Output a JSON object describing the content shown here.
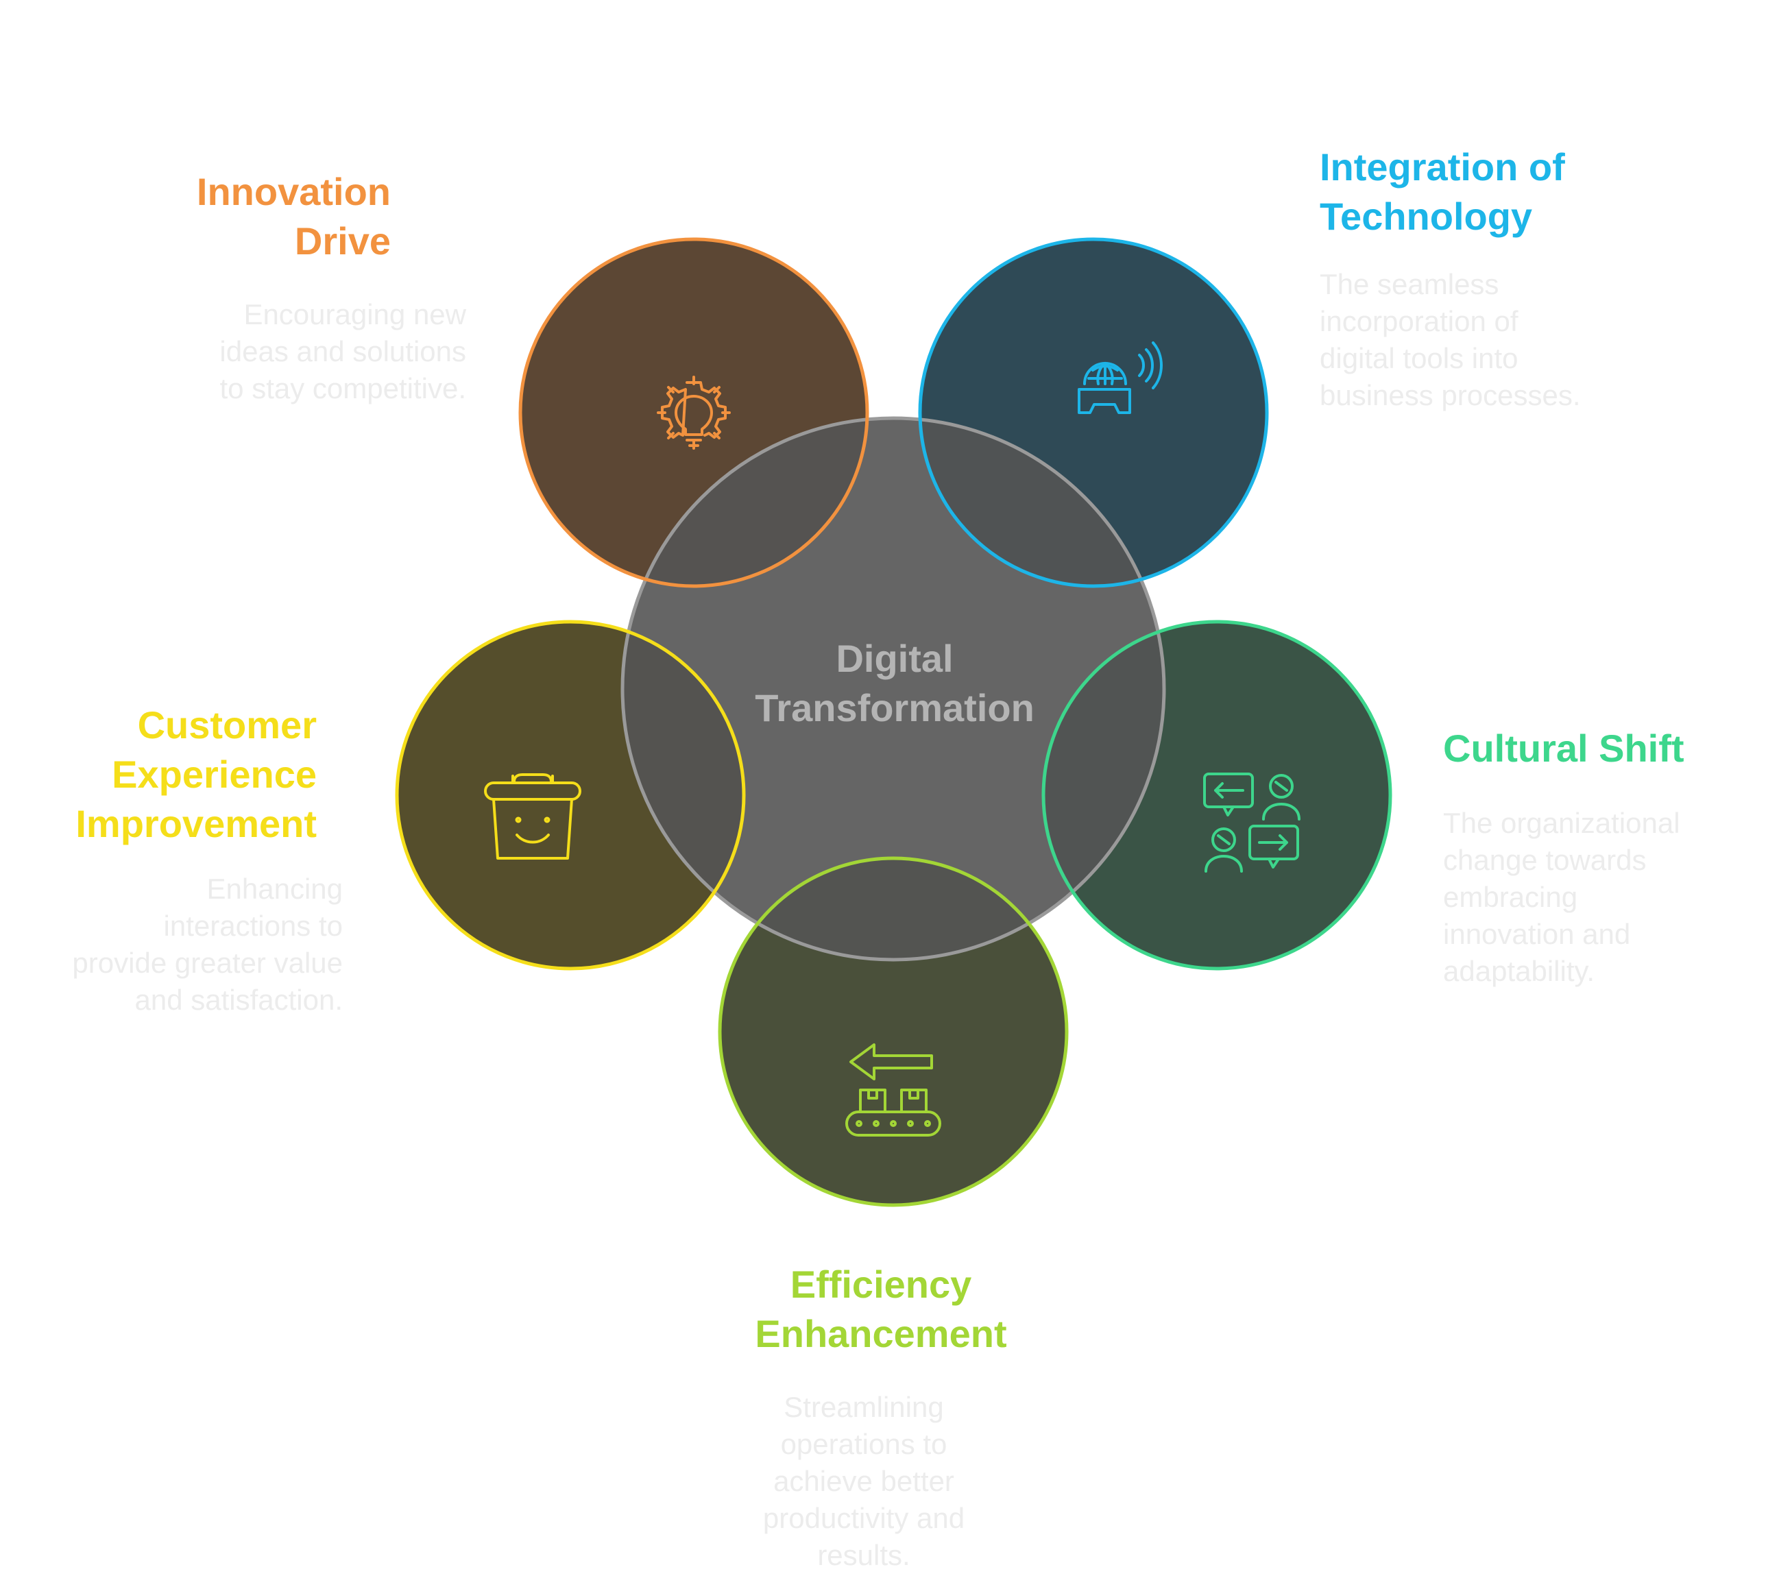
{
  "center": {
    "lines": [
      "Digital",
      "Transformation"
    ],
    "text_color": "#b4b4b4",
    "fill": "#545454",
    "stroke": "#9a9a9a"
  },
  "items": [
    {
      "key": "innovation",
      "title_lines": [
        "Innovation",
        "Drive"
      ],
      "desc_lines": [
        "Encouraging new",
        "ideas and solutions",
        "to stay competitive."
      ],
      "color": "#f2923f",
      "fill": "#5c4734",
      "icon": "lightbulb-gear-icon"
    },
    {
      "key": "technology",
      "title_lines": [
        "Integration of",
        "Technology"
      ],
      "desc_lines": [
        "The seamless",
        "incorporation of",
        "digital tools into",
        "business processes."
      ],
      "color": "#1db5e8",
      "fill": "#2f4a56",
      "icon": "vr-globe-icon"
    },
    {
      "key": "culture",
      "title_lines": [
        "Cultural Shift"
      ],
      "desc_lines": [
        "The organizational",
        "change towards",
        "embracing",
        "innovation and",
        "adaptability."
      ],
      "color": "#3dd68c",
      "fill": "#3a5446",
      "icon": "people-exchange-icon"
    },
    {
      "key": "efficiency",
      "title_lines": [
        "Efficiency",
        "Enhancement"
      ],
      "desc_lines": [
        "Streamlining",
        "operations to",
        "achieve better",
        "productivity and",
        "results."
      ],
      "color": "#a3d636",
      "fill": "#4a503a",
      "icon": "conveyor-icon"
    },
    {
      "key": "customer",
      "title_lines": [
        "Customer",
        "Experience",
        "Improvement"
      ],
      "desc_lines": [
        "Enhancing",
        "interactions to",
        "provide greater value",
        "and satisfaction."
      ],
      "color": "#f5de1a",
      "fill": "#554e2c",
      "icon": "smiling-basket-icon"
    }
  ]
}
